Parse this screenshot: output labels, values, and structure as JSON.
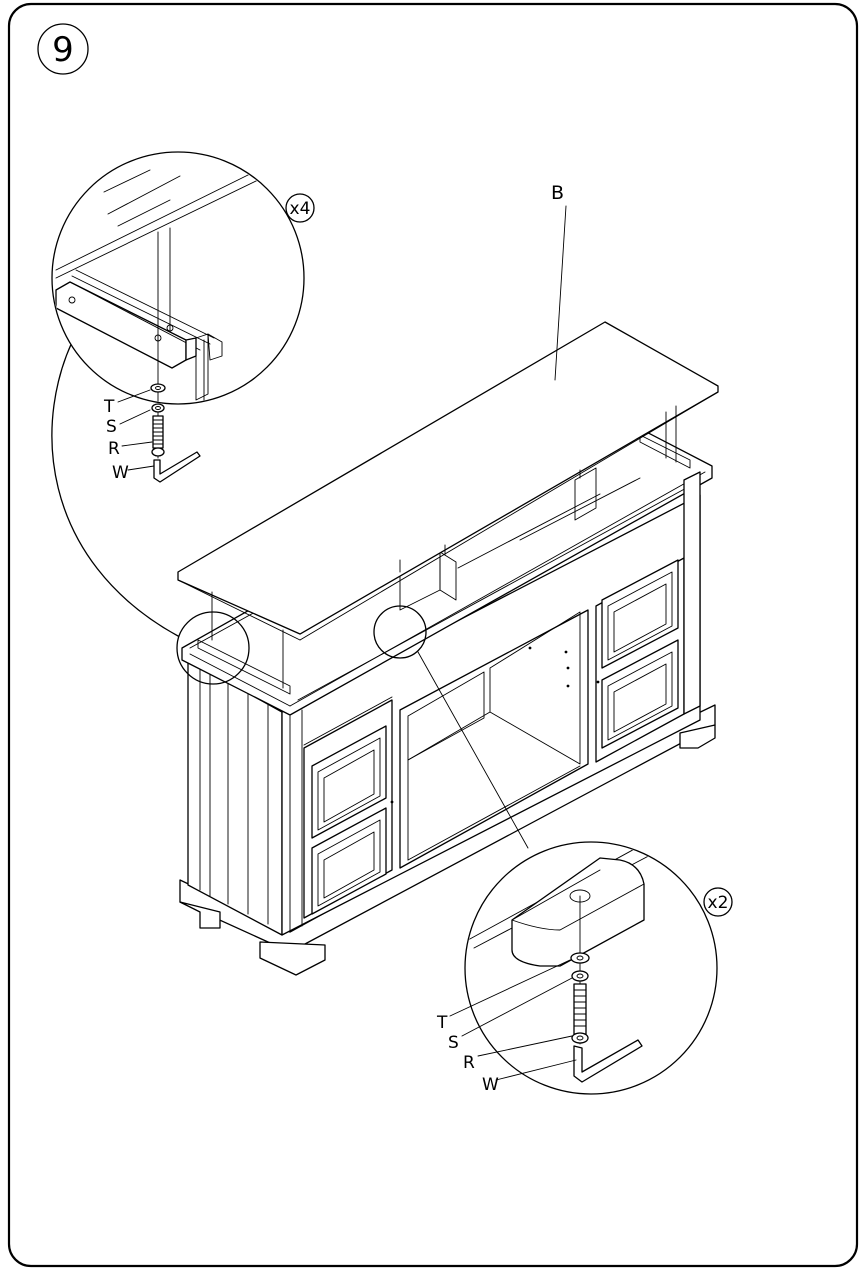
{
  "step": {
    "number": "9"
  },
  "part_label": "B",
  "detail_left": {
    "quantity": "x4",
    "hardware": [
      "T",
      "S",
      "R",
      "W"
    ]
  },
  "detail_right": {
    "quantity": "x2",
    "hardware": [
      "T",
      "S",
      "R",
      "W"
    ]
  }
}
